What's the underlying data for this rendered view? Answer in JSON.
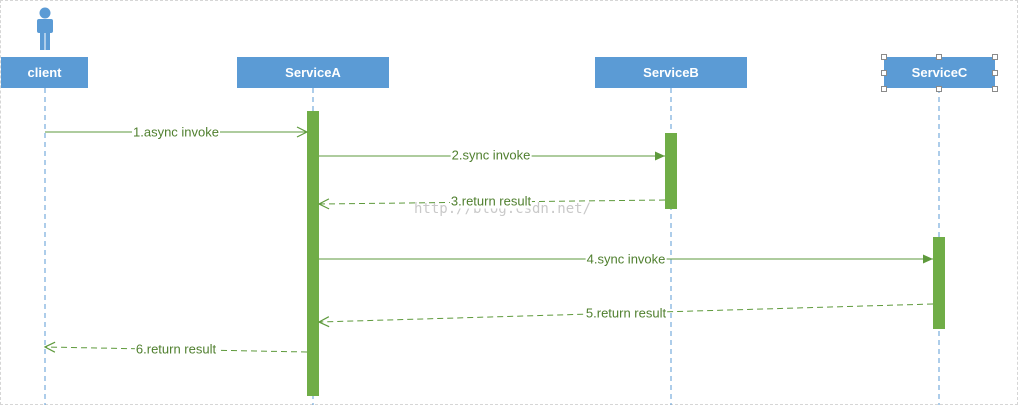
{
  "actor": {
    "icon": "person-icon",
    "color": "#5b9bd5"
  },
  "participants": [
    {
      "label": "client"
    },
    {
      "label": "ServiceA"
    },
    {
      "label": "ServiceB"
    },
    {
      "label": "ServiceC"
    }
  ],
  "messages": [
    {
      "label": "1.async invoke",
      "kind": "call"
    },
    {
      "label": "2.sync invoke",
      "kind": "call"
    },
    {
      "label": "3.return result",
      "kind": "return"
    },
    {
      "label": "4.sync invoke",
      "kind": "call"
    },
    {
      "label": "5.return result",
      "kind": "return"
    },
    {
      "label": "6.return result",
      "kind": "return"
    }
  ],
  "watermark": "http://blog.csdn.net/",
  "colors": {
    "participant_box": "#5b9bd5",
    "lifeline": "#5b9bd5",
    "activation": "#70ad47",
    "message": "#5e9a3c"
  }
}
